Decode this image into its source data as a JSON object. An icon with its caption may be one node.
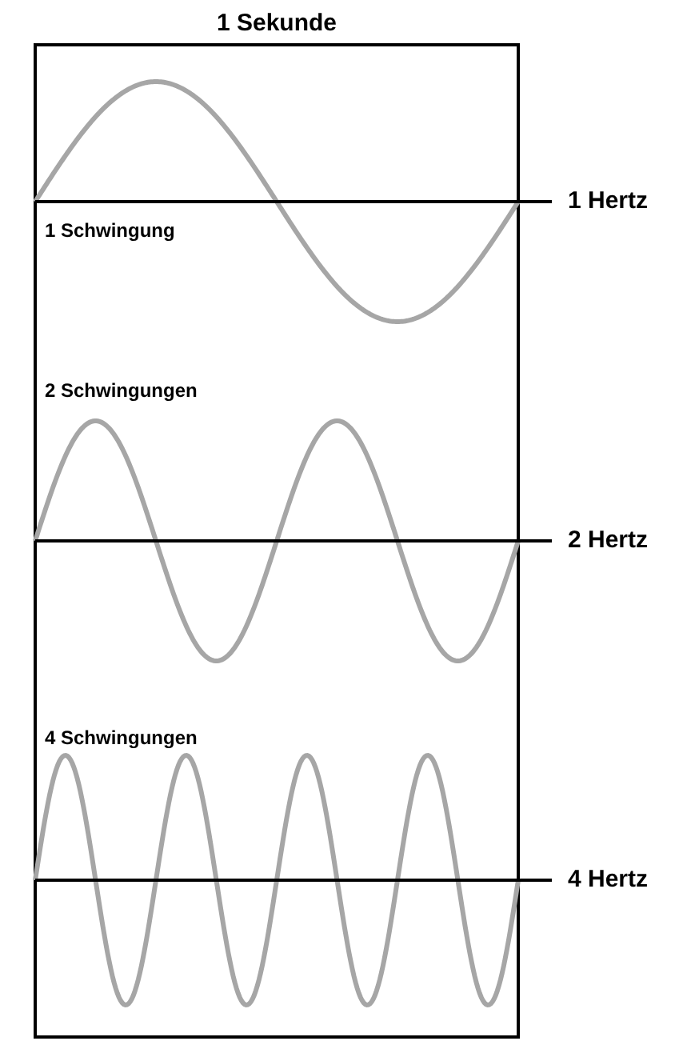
{
  "diagram": {
    "labels": [
      "1 Sekunde",
      "1 Hertz",
      "1 Schwingung",
      "2 Schwingungen",
      "2 Hertz",
      "4 Schwingungen",
      "4 Hertz"
    ]
  }
}
